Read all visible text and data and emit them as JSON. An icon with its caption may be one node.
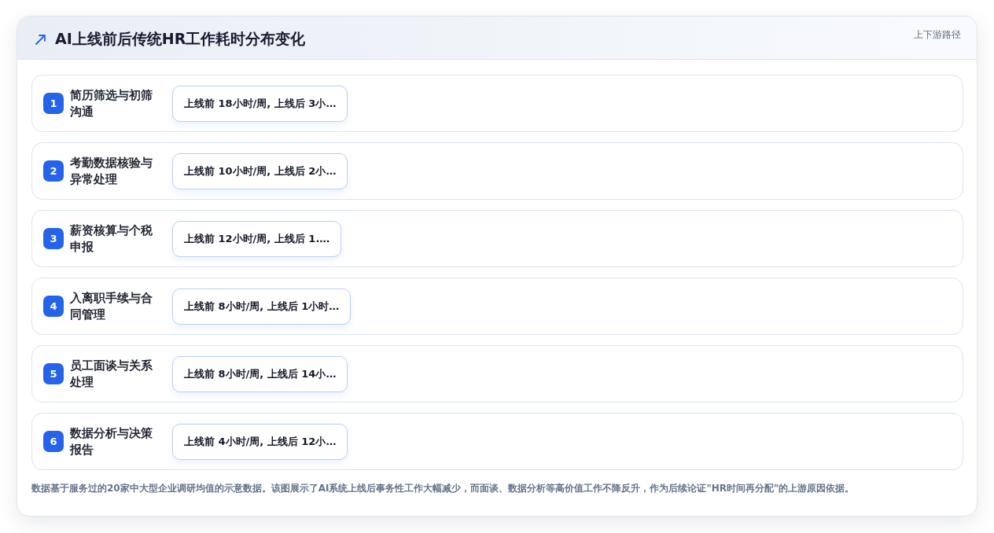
{
  "diagram": {
    "title": "AI上线前后传统HR工作耗时分布变化",
    "caption": "数据基于服务过的20家中大型企业调研均值的示意数据。该图展示了AI系统上线后事务性工作大幅减少，而面谈、数据分析等高价值工作不降反升，作为后续论证\"HR时间再分配\"的上游原因依据。",
    "nodes": [
      {
        "text": [
          "简历筛选与初筛沟通"
        ]
      },
      {
        "text": [
          "1"
        ],
        "in": 0
      },
      {
        "text": [
          "上线前 18小时/周, 上线后 3小…"
        ],
        "in": 0
      },
      {
        "text": [
          "考勤数据核验与异常处理"
        ]
      },
      {
        "text": [
          "2"
        ],
        "in": 3
      },
      {
        "text": [
          "上线前 10小时/周, 上线后 2小…"
        ],
        "in": 3
      },
      {
        "text": [
          "薪资核算与个税申报"
        ]
      },
      {
        "text": [
          "3"
        ],
        "in": 6
      },
      {
        "text": [
          "上线前 12小时/周, 上线后 1.…"
        ],
        "in": 6
      },
      {
        "text": [
          "入离职手续与合同管理"
        ]
      },
      {
        "text": [
          "4"
        ],
        "in": 9
      },
      {
        "text": [
          "上线前 8小时/周, 上线后 1小时…"
        ],
        "in": 9
      },
      {
        "text": [
          "员工面谈与关系处理"
        ]
      },
      {
        "text": [
          "5"
        ],
        "in": 12
      },
      {
        "text": [
          "上线前 8小时/周, 上线后 14小…"
        ],
        "in": 12
      },
      {
        "text": [
          "数据分析与决策报告"
        ]
      },
      {
        "text": [
          "6"
        ],
        "in": 15
      },
      {
        "text": [
          "上线前 4小时/周, 上线后 12小…"
        ],
        "in": 15
      }
    ],
    "labels": [
      "上下游路径"
    ]
  }
}
